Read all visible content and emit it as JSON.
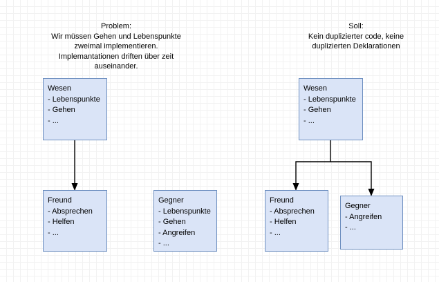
{
  "diagram": {
    "title_left": "Problem:\nWir müssen Gehen und Lebenspunkte\nzweimal implementieren.\nImplemantationen driften über zeit\nauseinander.",
    "title_right": "Soll:\nKein duplizierter code, keine\nduplizierten Deklarationen",
    "colors": {
      "node_fill": "#dae4f7",
      "node_border": "#6c8ebf",
      "edge": "#000000",
      "text": "#000000",
      "grid_minor": "#f2f2f2",
      "grid_major": "#e2e2e2",
      "background": "#ffffff"
    },
    "left_group": {
      "nodes": [
        {
          "id": "left-wesen",
          "title": "Wesen",
          "members": [
            "- Lebenspunkte",
            "- Gehen",
            "- ..."
          ],
          "text": "Wesen\n- Lebenspunkte\n- Gehen\n- ..."
        },
        {
          "id": "left-freund",
          "title": "Freund",
          "members": [
            "- Absprechen",
            "- Helfen",
            "- ..."
          ],
          "text": "Freund\n- Absprechen\n- Helfen\n- ..."
        },
        {
          "id": "left-gegner",
          "title": "Gegner",
          "members": [
            "- Lebenspunkte",
            "- Gehen",
            "- Angreifen",
            "- ..."
          ],
          "text": "Gegner\n- Lebenspunkte\n- Gehen\n- Angreifen\n- ..."
        }
      ]
    },
    "right_group": {
      "nodes": [
        {
          "id": "right-wesen",
          "title": "Wesen",
          "members": [
            "- Lebenspunkte",
            "- Gehen",
            "- ..."
          ],
          "text": "Wesen\n- Lebenspunkte\n- Gehen\n- ..."
        },
        {
          "id": "right-freund",
          "title": "Freund",
          "members": [
            "- Absprechen",
            "- Helfen",
            "- ..."
          ],
          "text": "Freund\n- Absprechen\n- Helfen\n- ..."
        },
        {
          "id": "right-gegner",
          "title": "Gegner",
          "members": [
            "- Angreifen",
            "- ..."
          ],
          "text": "Gegner\n- Angreifen\n- ..."
        }
      ]
    }
  }
}
